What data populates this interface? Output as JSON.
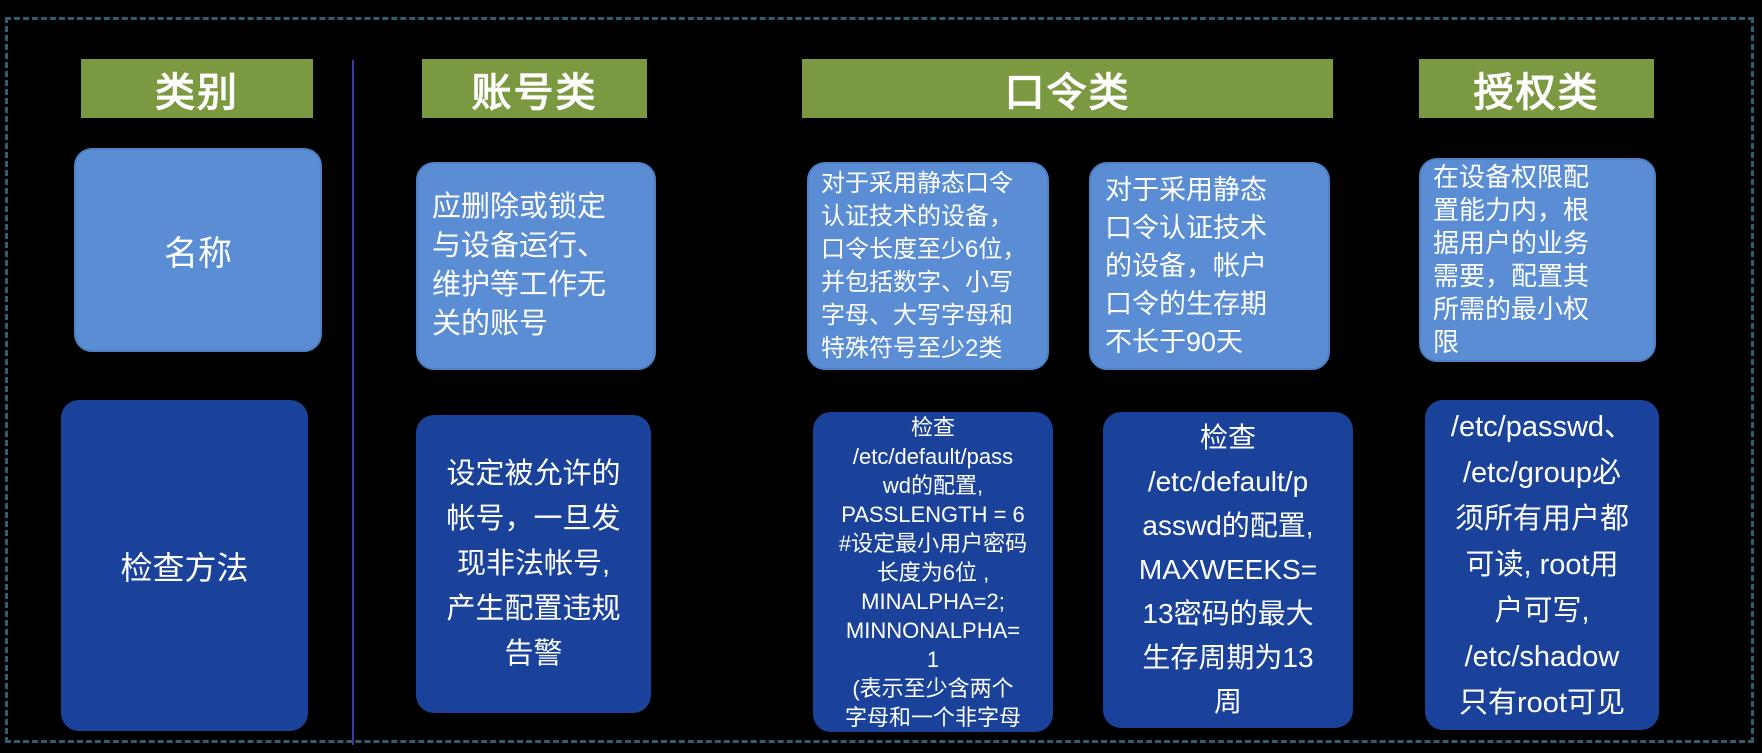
{
  "colors": {
    "background": "#000000",
    "header_green": "#7b9941",
    "light_blue": "#5a8dd4",
    "dark_blue": "#1b429b",
    "dashed_border_teal": "#2d5e6d",
    "divider_indigo": "#3a3f96",
    "text_white": "#ffffff"
  },
  "headers": [
    {
      "id": "category",
      "label": "类别"
    },
    {
      "id": "account",
      "label": "账号类"
    },
    {
      "id": "password",
      "label": "口令类"
    },
    {
      "id": "authorization",
      "label": "授权类"
    }
  ],
  "name_row": [
    {
      "text": "名称"
    },
    {
      "text": "应删除或锁定\n与设备运行、\n维护等工作无\n关的账号"
    },
    {
      "text": "对于采用静态口令\n认证技术的设备，\n口令长度至少6位，\n并包括数字、小写\n字母、大写字母和\n特殊符号至少2类"
    },
    {
      "text": "对于采用静态\n口令认证技术\n的设备，帐户\n口令的生存期\n不长于90天"
    },
    {
      "text": "在设备权限配\n置能力内，根\n据用户的业务\n需要，配置其\n所需的最小权\n限"
    }
  ],
  "method_row": [
    {
      "text": "检查方法"
    },
    {
      "text": "设定被允许的\n帐号，一旦发\n现非法帐号,\n产生配置违规\n告警"
    },
    {
      "text": "检查\n/etc/default/pass\nwd的配置,\nPASSLENGTH = 6\n#设定最小用户密码\n长度为6位 ,\nMINALPHA=2;\nMINNONALPHA=\n1\n(表示至少含两个\n字母和一个非字母"
    },
    {
      "text": "检查\n/etc/default/p\nasswd的配置,\nMAXWEEKS=\n13密码的最大\n生存周期为13\n周"
    },
    {
      "text": "/etc/passwd、\n/etc/group必\n须所有用户都\n可读, root用\n户可写,\n/etc/shadow\n只有root可见"
    }
  ]
}
